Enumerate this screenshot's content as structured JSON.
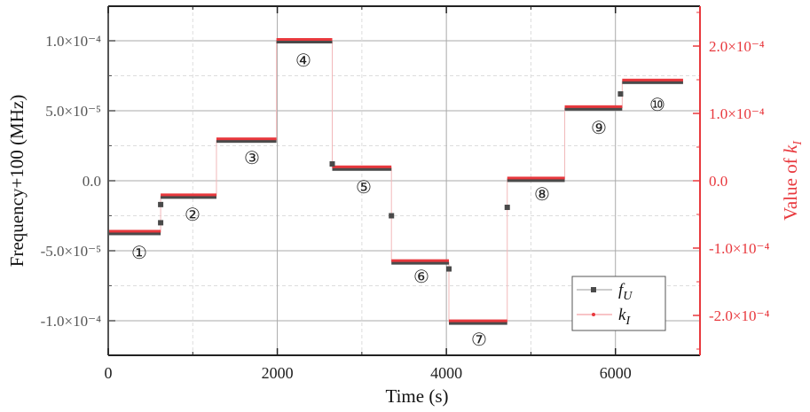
{
  "chart_data": {
    "type": "line",
    "subtype": "step",
    "title": "",
    "xlabel": "Time (s)",
    "ylabel": "Frequency+100 (MHz)",
    "ylabel_right": "Value of k_I",
    "xlim": [
      0,
      7000
    ],
    "ylim": [
      -0.000125,
      0.000125
    ],
    "ylim_right": [
      -0.00026,
      0.00026
    ],
    "x_ticks": [
      0,
      2000,
      4000,
      6000
    ],
    "x_tick_labels": [
      "0",
      "2000",
      "4000",
      "6000"
    ],
    "y_ticks": [
      0.0001,
      5e-05,
      0,
      -5e-05,
      -0.0001
    ],
    "y_tick_labels": [
      "1.0×10⁻⁴",
      "5.0×10⁻⁵",
      "0.0",
      "-5.0×10⁻⁵",
      "-1.0×10⁻⁴"
    ],
    "y_right_ticks": [
      0.0002,
      0.0001,
      0,
      -0.0001,
      -0.0002
    ],
    "y_right_tick_labels": [
      "2.0×10⁻⁴",
      "1.0×10⁻⁴",
      "0.0",
      "-1.0×10⁻⁴",
      "-2.0×10⁻⁴"
    ],
    "grid": true,
    "legend_position": "lower right",
    "legend": [
      {
        "label": "f",
        "sub": "U",
        "color": "#4a4a4a",
        "marker": "square"
      },
      {
        "label": "k",
        "sub": "I",
        "color": "#e8383d",
        "marker": "dot"
      }
    ],
    "segments": [
      {
        "id": "①",
        "x_start": 0,
        "x_end": 620,
        "f_U": -3.7e-05
      },
      {
        "id": "②",
        "x_start": 620,
        "x_end": 1280,
        "f_U": -1.1e-05
      },
      {
        "id": "③",
        "x_start": 1280,
        "x_end": 1990,
        "f_U": 2.9e-05
      },
      {
        "id": "④",
        "x_start": 1990,
        "x_end": 2650,
        "f_U": 0.0001
      },
      {
        "id": "⑤",
        "x_start": 2650,
        "x_end": 3350,
        "f_U": 9e-06
      },
      {
        "id": "⑥",
        "x_start": 3350,
        "x_end": 4030,
        "f_U": -5.8e-05
      },
      {
        "id": "⑦",
        "x_start": 4030,
        "x_end": 4720,
        "f_U": -0.000101
      },
      {
        "id": "⑧",
        "x_start": 4720,
        "x_end": 5400,
        "f_U": 1e-06
      },
      {
        "id": "⑨",
        "x_start": 5400,
        "x_end": 6080,
        "f_U": 5.2e-05
      },
      {
        "id": "⑩",
        "x_start": 6080,
        "x_end": 6800,
        "f_U": 7.1e-05
      }
    ],
    "transition_points": [
      {
        "x": 620,
        "f_U": -3e-05
      },
      {
        "x": 620,
        "f_U": -1.7e-05
      },
      {
        "x": 2650,
        "f_U": 1.2e-05
      },
      {
        "x": 3350,
        "f_U": -2.5e-05
      },
      {
        "x": 4030,
        "f_U": -6.3e-05
      },
      {
        "x": 4720,
        "f_U": -1.9e-05
      },
      {
        "x": 6060,
        "f_U": 6.2e-05
      }
    ],
    "series": [
      {
        "name": "f_U",
        "axis": "left",
        "color": "#4a4a4a"
      },
      {
        "name": "k_I",
        "axis": "right",
        "color": "#e8383d",
        "note": "overlaid on f_U steps"
      }
    ],
    "annotations": [
      "①",
      "②",
      "③",
      "④",
      "⑤",
      "⑥",
      "⑦",
      "⑧",
      "⑨",
      "⑩"
    ]
  },
  "labels": {
    "xlabel": "Time (s)",
    "ylabel": "Frequency+100 (MHz)",
    "ylabel_right_prefix": "Value of ",
    "ylabel_right_var": "k",
    "ylabel_right_sub": "I"
  }
}
